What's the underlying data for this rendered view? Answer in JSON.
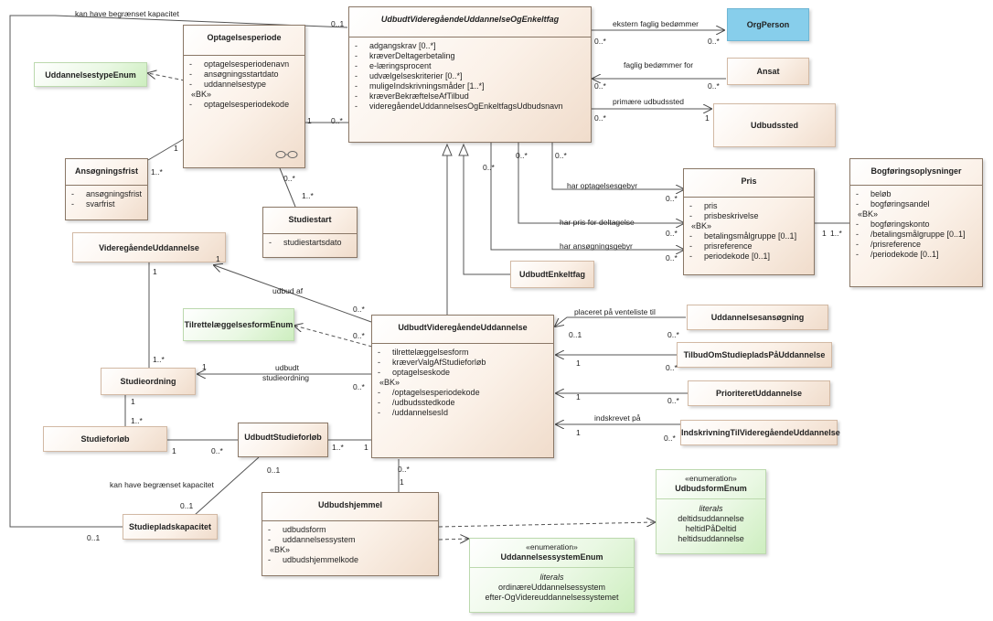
{
  "classes": {
    "main_fag": {
      "name": "UdbudtVideregåendeUddannelseOgEnkeltfag",
      "attributes": [
        "adgangskrav [0..*]",
        "kræverDeltagerbetaling",
        "e-læringsprocent",
        "udvælgelseskriterier [0..*]",
        "muligeIndskrivningsmåder [1..*]",
        "kræverBekræftelseAfTilbud",
        "videregåendeUddannelsesOgEnkeltfagsUdbudsnavn"
      ]
    },
    "orgperson": {
      "name": "OrgPerson"
    },
    "ansat": {
      "name": "Ansat"
    },
    "udbudssted": {
      "name": "Udbudssted"
    },
    "optagelsesperiode": {
      "name": "Optagelsesperiode",
      "attributes": [
        "optagelsesperiodenavn",
        "ansøgningsstartdato",
        "uddannelsestype"
      ],
      "bk_label": "«BK»",
      "bk_attributes": [
        "optagelsesperiodekode"
      ]
    },
    "uddannelsestypeenum": {
      "name": "UddannelsestypeEnum"
    },
    "ansoegningsfrist": {
      "name": "Ansøgningsfrist",
      "attributes": [
        "ansøgningsfrist",
        "svarfrist"
      ]
    },
    "studiestart": {
      "name": "Studiestart",
      "attributes": [
        "studiestartsdato"
      ]
    },
    "pris": {
      "name": "Pris",
      "attributes": [
        "pris",
        "prisbeskrivelse"
      ],
      "bk_label": "«BK»",
      "bk_attributes": [
        "betalingsmålgruppe [0..1]",
        "prisreference",
        "periodekode [0..1]"
      ]
    },
    "bogfoering": {
      "name": "Bogføringsoplysninger",
      "attributes": [
        "beløb",
        "bogføringsandel"
      ],
      "bk_label": "«BK»",
      "bk_attributes": [
        "bogføringskonto",
        "/betalingsmålgruppe [0..1]",
        "/prisreference",
        "/periodekode [0..1]"
      ]
    },
    "udbudtenkeltfag": {
      "name": "UdbudtEnkeltfag"
    },
    "vudd": {
      "name": "VideregåendeUddannelse"
    },
    "tilretenum": {
      "name": "TilrettelæggelsesformEnum"
    },
    "udbudtvudd": {
      "name": "UdbudtVideregåendeUddannelse",
      "attributes": [
        "tilrettelæggelsesform",
        "kræverValgAfStudieforløb",
        "optagelseskode"
      ],
      "bk_label": "«BK»",
      "bk_attributes": [
        "/optagelsesperiodekode",
        "/udbudsstedkode",
        "/uddannelsesId"
      ]
    },
    "uddansoegning": {
      "name": "Uddannelsesansøgning"
    },
    "tilbud": {
      "name": "TilbudOmStudiepladsPåUddannelse"
    },
    "prioriteret": {
      "name": "PrioriteretUddannelse"
    },
    "indskrivning": {
      "name": "IndskrivningTilVideregåendeUddannelse"
    },
    "studieordning": {
      "name": "Studieordning"
    },
    "studieforloeb": {
      "name": "Studieforløb"
    },
    "udbudtstudieforloeb": {
      "name": "UdbudtStudieforløb"
    },
    "studiepladskap": {
      "name": "Studiepladskapacitet"
    },
    "udbudshjemmel": {
      "name": "Udbudshjemmel",
      "attributes": [
        "udbudsform",
        "uddannelsessystem"
      ],
      "bk_label": "«BK»",
      "bk_attributes": [
        "udbudshjemmelkode"
      ]
    },
    "udbudsformenum": {
      "stereotype": "«enumeration»",
      "name": "UdbudsformEnum",
      "literals_title": "literals",
      "literals": [
        "deltidsuddannelse",
        "heltidPåDeltid",
        "heltidsuddannelse"
      ]
    },
    "uddsysenum": {
      "stereotype": "«enumeration»",
      "name": "UddannelsessystemEnum",
      "literals_title": "literals",
      "literals": [
        "ordinæreUddannelsessystem",
        "efter-OgVidereuddannelsessystemet"
      ]
    }
  },
  "labels": {
    "kan_have_top": "kan have begrænset kapacitet",
    "kan_have_top_mult": "0..1",
    "ekstern": "ekstern faglig bedømmer",
    "ekstern_m1": "0..*",
    "ekstern_m2": "0..*",
    "faglig": "faglig bedømmer for",
    "faglig_m1": "0..*",
    "faglig_m2": "0..*",
    "primaere": "primære udbudssted",
    "primaere_m1": "0..*",
    "primaere_m2": "1",
    "optag_main_m1": "1",
    "optag_main_m2": "0..*",
    "frist_m1": "1",
    "frist_m2": "1..*",
    "studiestart_m1": "0..*",
    "studiestart_m2": "1..*",
    "optagelsesgebyr": "har optagelsesgebyr",
    "deltagelse": "har pris for deltagelse",
    "ansoegningsgebyr": "har ansøgningsgebyr",
    "m_0a": "0..*",
    "m_0b": "0..*",
    "m_0c": "0..*",
    "pris_m1": "0..*",
    "pris_m2": "0..*",
    "pris_m3": "0..*",
    "bog_m1": "1",
    "bog_m2": "1..*",
    "udbud_af": "udbud af",
    "udbud_af_m1": "1",
    "udbud_af_m2": "0..*",
    "tilret_m": "0..*",
    "placeret": "placeret på venteliste til",
    "placeret_m1": "0..1",
    "placeret_m2": "0..*",
    "tilbud_m1": "1",
    "tilbud_m2": "0..*",
    "prior_m1": "1",
    "prior_m2": "0..*",
    "indskrevet": "indskrevet på",
    "indskrevet_m1": "1",
    "indskrevet_m2": "0..*",
    "vudd_so_m1": "1",
    "vudd_so_m2": "1..*",
    "udbudt_so_l1": "udbudt",
    "udbudt_so_l2": "studieordning",
    "udbudt_so_m1": "1",
    "udbudt_so_m2": "0..*",
    "so_sf_m1": "1",
    "so_sf_m2": "1..*",
    "sf_usf_m1": "1",
    "sf_usf_m2": "0..*",
    "usf_main_m1": "1..*",
    "usf_main_m2": "1",
    "kan_have_low": "kan have begrænset kapacitet",
    "kan_have_low_m1": "0..1",
    "kan_have_low_m2": "0..1",
    "studiepladskap_m": "0..1",
    "hjemmel_m1": "0..*",
    "hjemmel_m2": "1"
  }
}
